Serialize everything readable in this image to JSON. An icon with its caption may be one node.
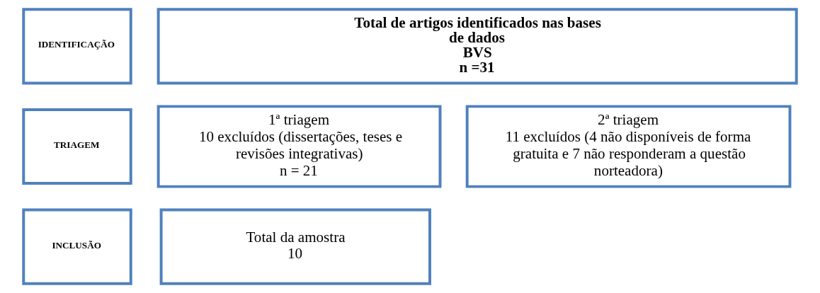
{
  "diagram": {
    "nodes": [
      {
        "text": [
          "IDENTIFICAÇÃO"
        ]
      },
      {
        "text": [
          "Total de artigos identificados nas bases de dados",
          "BVS",
          "n =31"
        ]
      },
      {
        "text": [
          "TRIAGEM"
        ]
      },
      {
        "text": [
          "1ª triagem",
          "10 excluídos (dissertações, teses e revisões integrativas)",
          "n = 21"
        ]
      },
      {
        "text": [
          "2ª triagem",
          "11 excluídos (4 não disponíveis de forma gratuita e 7 não responderam a questão norteadora)"
        ]
      },
      {
        "text": [
          "INCLUSÃO"
        ]
      },
      {
        "text": [
          "Total da amostra",
          "10"
        ]
      }
    ],
    "edges": []
  }
}
